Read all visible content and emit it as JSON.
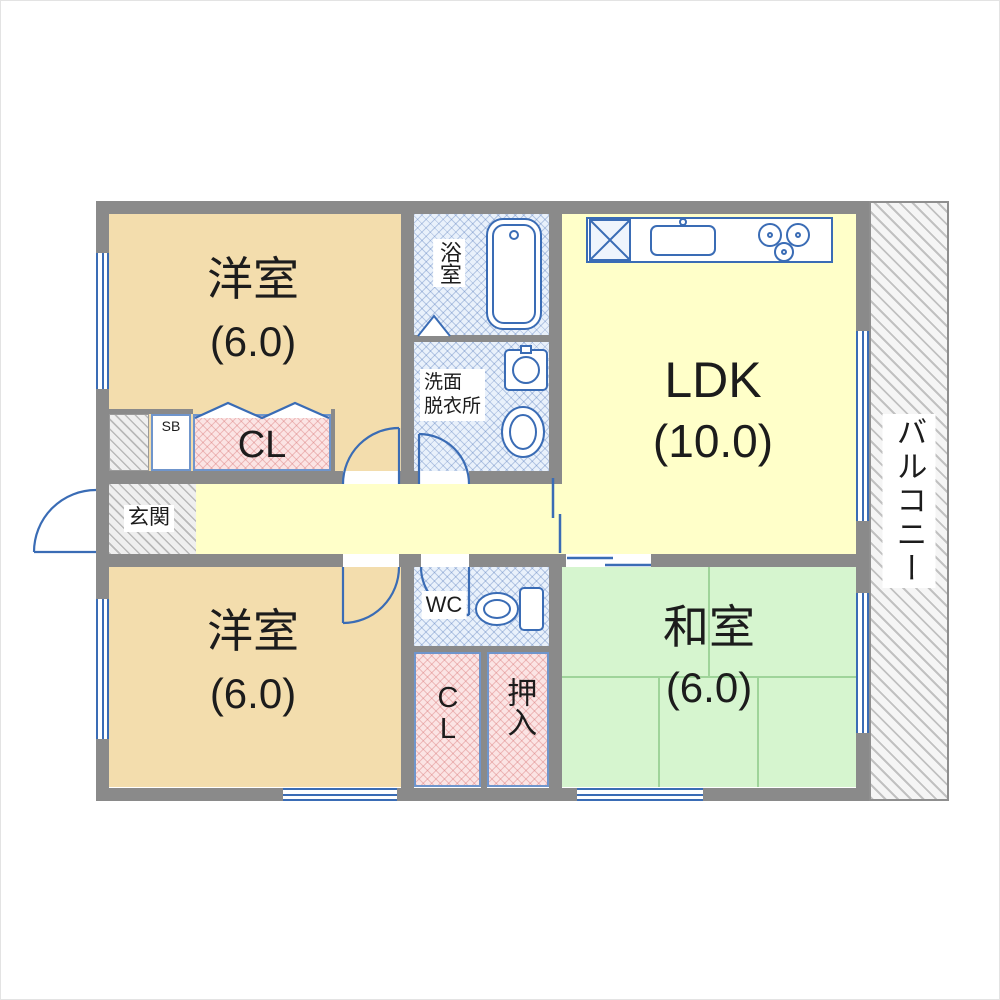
{
  "rooms": {
    "western_top": {
      "label": "洋室",
      "size": "(6.0)"
    },
    "western_bottom": {
      "label": "洋室",
      "size": "(6.0)"
    },
    "ldk": {
      "label": "LDK",
      "size": "(10.0)"
    },
    "japanese": {
      "label": "和室",
      "size": "(6.0)"
    },
    "balcony": {
      "label": "バルコニー"
    },
    "bath": {
      "label": "浴室"
    },
    "washroom": {
      "line1": "洗面",
      "line2": "脱衣所"
    },
    "wc": {
      "label": "WC"
    },
    "entrance": {
      "label": "玄関"
    },
    "closet_upper": {
      "label": "CL"
    },
    "closet_lower": {
      "label": "CL"
    },
    "shoe_box": {
      "label": "SB"
    },
    "oshiire": {
      "label": "押入"
    }
  },
  "colors": {
    "wall_gray": "#8a8a8a",
    "western_room_floor": "#f3ddad",
    "ldk_floor": "#ffffc9",
    "tatami_green": "#d6f5cf",
    "closet_pink": "#fbe4e4",
    "wet_area_blue": "#e9f1fb",
    "fixture_line_blue": "#3a6cb5"
  }
}
